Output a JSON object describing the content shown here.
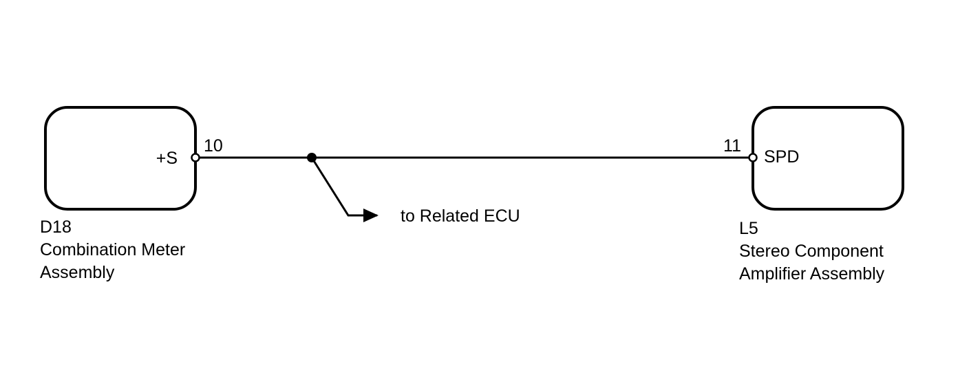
{
  "left_component": {
    "id": "D18",
    "name_line1": "Combination Meter",
    "name_line2": "Assembly",
    "terminal_name": "+S",
    "pin_number": "10"
  },
  "right_component": {
    "id": "L5",
    "name_line1": "Stereo Component",
    "name_line2": "Amplifier Assembly",
    "terminal_name": "SPD",
    "pin_number": "11"
  },
  "branch": {
    "label": "to Related ECU"
  },
  "colors": {
    "line": "#000000",
    "background": "#ffffff"
  }
}
